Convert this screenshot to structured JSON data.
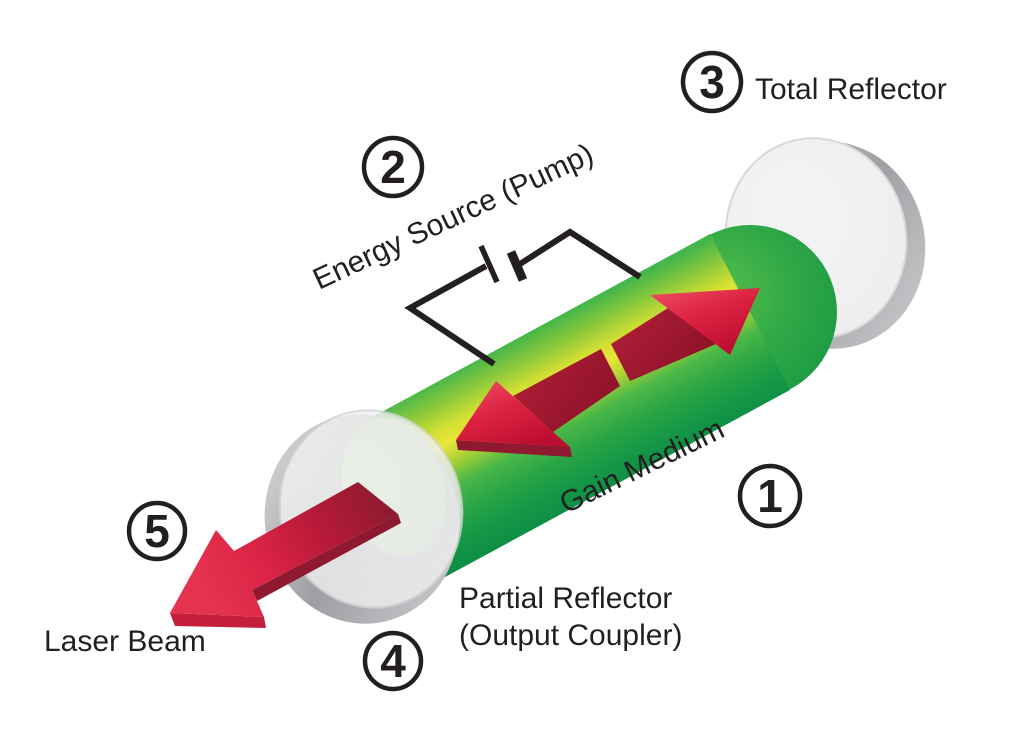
{
  "figure": {
    "type": "labeled-diagram",
    "subject": "Components of a laser",
    "background": "#ffffff"
  },
  "callouts": {
    "gain_medium": {
      "number": "1",
      "label": "Gain Medium"
    },
    "energy_source": {
      "number": "2",
      "label": "Energy Source (Pump)"
    },
    "total_reflector": {
      "number": "3",
      "label": "Total Reflector"
    },
    "partial_reflector": {
      "number": "4",
      "label_line1": "Partial Reflector",
      "label_line2": "(Output Coupler)"
    },
    "laser_beam": {
      "number": "5",
      "label": "Laser Beam"
    }
  },
  "palette": {
    "text": "#231f20",
    "circuit_line": "#231f20",
    "tube_green": "#2fa847",
    "tube_yellow": "#e7e43a",
    "tube_dark_green": "#0e8f45",
    "beam_red": "#de2343",
    "beam_dark_red": "#8f1930",
    "mirror_face": "#f1f1f2",
    "mirror_rim_silver": "#9d9fa2",
    "mirror_tint_green": "#bcd8ae"
  }
}
